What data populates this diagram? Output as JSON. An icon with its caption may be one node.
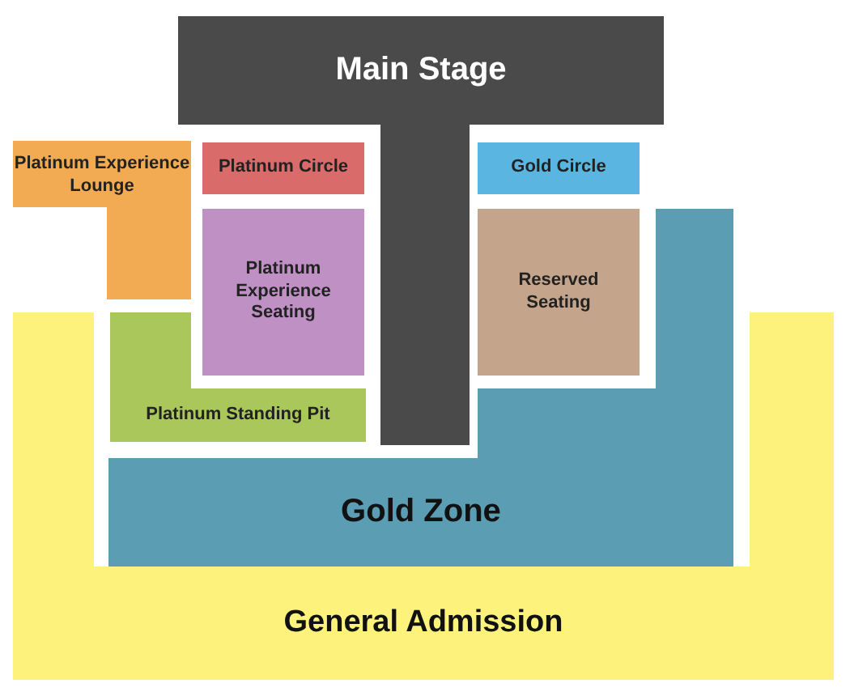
{
  "diagram": {
    "nodes": [
      {
        "text": [
          "Main Stage"
        ]
      },
      {
        "text": [
          "Platinum Experience Lounge"
        ]
      },
      {
        "text": [
          "Platinum Circle"
        ]
      },
      {
        "text": [
          "Gold Circle"
        ]
      },
      {
        "text": [
          "Platinum Experience Seating"
        ]
      },
      {
        "text": [
          "Reserved Seating"
        ]
      },
      {
        "text": [
          "Platinum Standing Pit"
        ]
      },
      {
        "text": [
          "Gold Zone"
        ]
      },
      {
        "text": [
          "General Admission"
        ]
      }
    ]
  }
}
